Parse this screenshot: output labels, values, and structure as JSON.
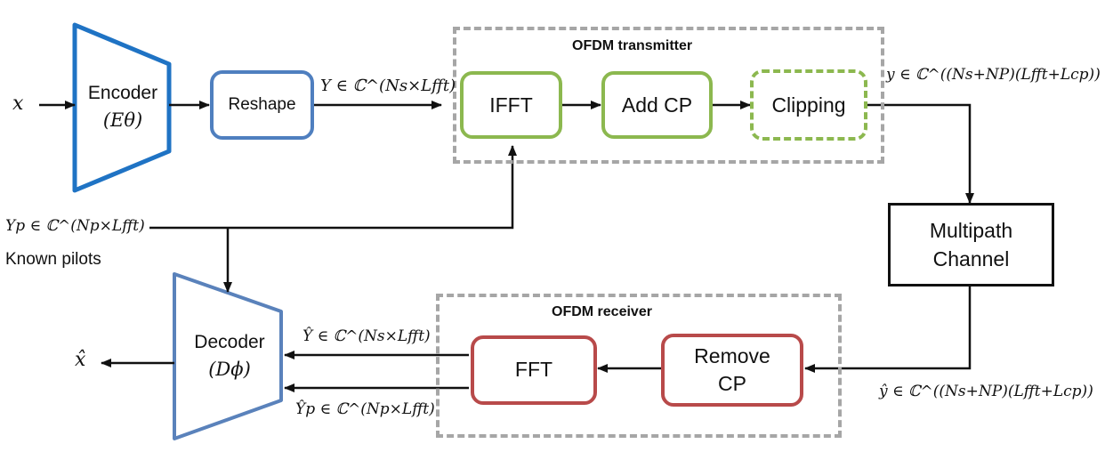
{
  "transmitter": {
    "title": "OFDM transmitter",
    "ifft": "IFFT",
    "add_cp": "Add CP",
    "clipping": "Clipping"
  },
  "receiver": {
    "title": "OFDM receiver",
    "fft": "FFT",
    "remove_cp_line1": "Remove",
    "remove_cp_line2": "CP"
  },
  "encoder": {
    "line1": "Encoder",
    "line2": "(Eθ)"
  },
  "decoder": {
    "line1": "Decoder",
    "line2": "(Dϕ)"
  },
  "reshape": "Reshape",
  "channel": {
    "line1": "Multipath",
    "line2": "Channel"
  },
  "labels": {
    "input": "x",
    "output": "x̂",
    "Y": "Y ∈ ℂ^(Ns×Lfft)",
    "y_tx": "y ∈ ℂ^((Ns+NP)(Lfft+Lcp))",
    "y_rx": "ŷ ∈ ℂ^((Ns+NP)(Lfft+Lcp))",
    "Yp": "Yp ∈ ℂ^(Np×Lfft)",
    "known_pilots": "Known pilots",
    "Y_hat": "Ŷ ∈ ℂ^(Ns×Lfft)",
    "Yp_hat": "Ŷp ∈ ℂ^(Np×Lfft)"
  },
  "colors": {
    "green": "#8cb84f",
    "blue": "#4f7fbf",
    "red": "#b84a4a",
    "frame_gray": "#a6a6a6"
  }
}
